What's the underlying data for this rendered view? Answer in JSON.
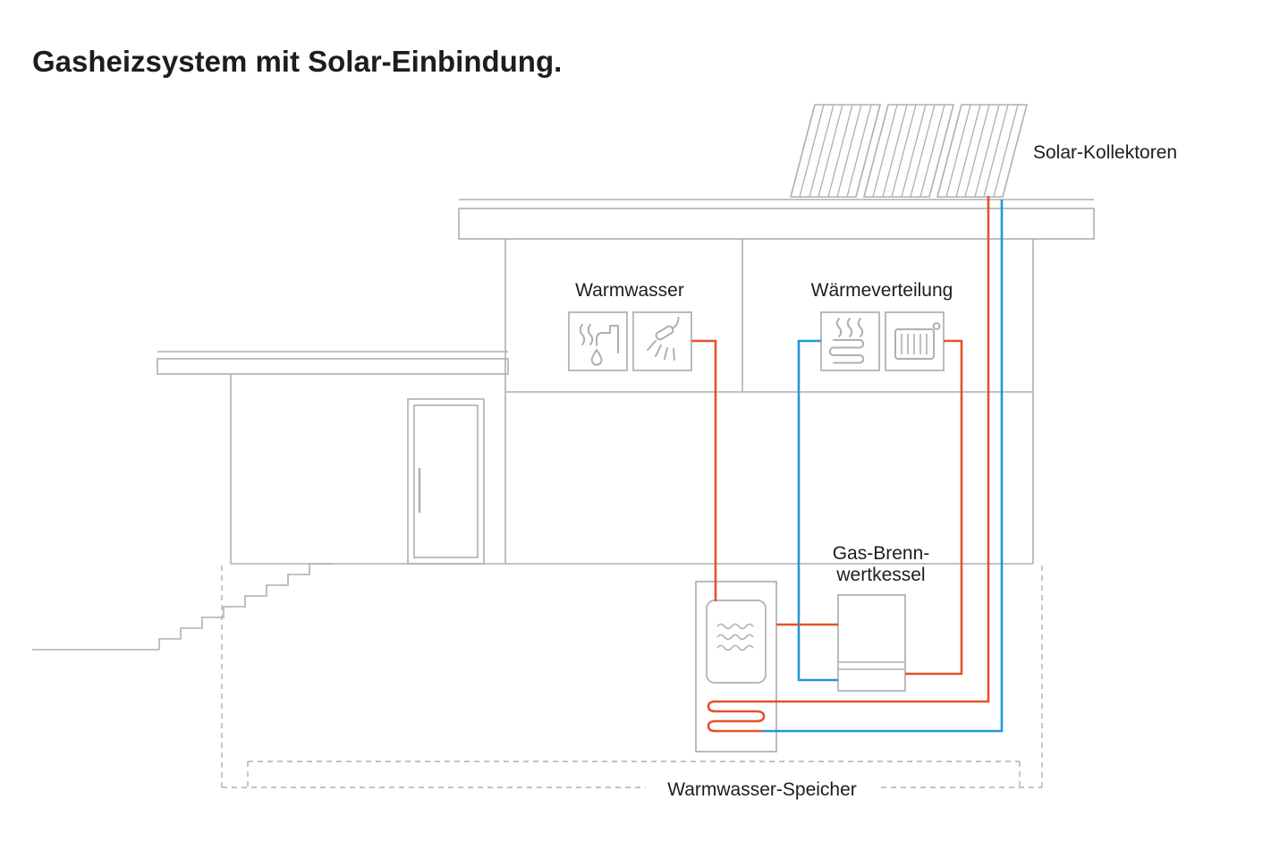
{
  "title": "Gasheizsystem mit Solar-Einbindung.",
  "diagram": {
    "solar": {
      "label": "Solar-Kollektoren",
      "icons": [
        "solar-panel-icon"
      ]
    },
    "hot_water": {
      "label": "Warmwasser",
      "icons": [
        "tap-icon",
        "shower-icon"
      ]
    },
    "heat_distribution": {
      "label": "Wärmeverteilung",
      "icons": [
        "underfloor-heating-icon",
        "radiator-icon"
      ]
    },
    "boiler": {
      "label_line1": "Gas-Brenn-",
      "label_line2": "wertkessel"
    },
    "storage": {
      "label": "Warmwasser-Speicher"
    }
  },
  "colors": {
    "pipe_hot": "#e8502a",
    "pipe_cold": "#2397d4",
    "outline": "#afafaf",
    "text": "#1d1d1b"
  }
}
